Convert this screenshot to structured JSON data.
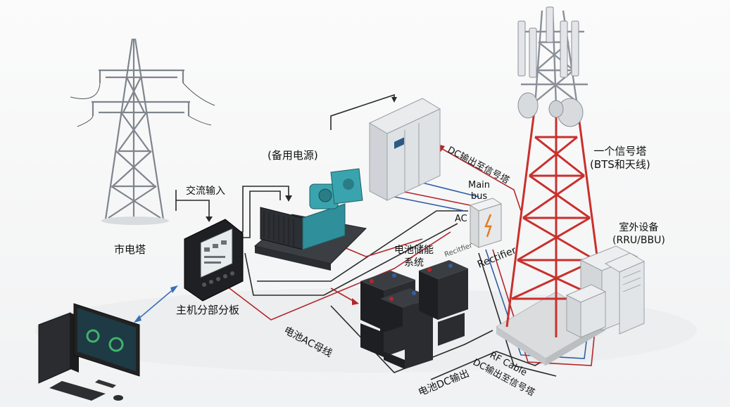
{
  "labels": {
    "city_tower": "市电塔",
    "ac_input": "交流输入",
    "backup_power": "(备用电源)",
    "main_board": "主机分部分板",
    "battery_storage_1": "电池储能",
    "battery_storage_2": "系统",
    "battery_ac_bus": "电池AC母线",
    "battery_dc_out": "电池DC输出",
    "rf_cable": "RF Cable",
    "dc_to_tower_bottom": "DC输出至信号塔",
    "dc_to_tower_top": "DC输出至信号塔",
    "main_bus_1": "Main",
    "main_bus_2": "bus",
    "ac": "AC",
    "rectifier": "Rectifier",
    "rectifier_small": "Recitfier",
    "signal_tower_1": "一个信号塔",
    "signal_tower_2": "(BTS和天线)",
    "outdoor_equipment_1": "室外设备",
    "outdoor_equipment_2": "(RRU/BBU)"
  },
  "colors": {
    "wire_dark": "#2a2a2a",
    "wire_red": "#b3262b",
    "wire_blue": "#2f5fa8",
    "tower_red": "#c9302c",
    "steel": "#8a9099",
    "generator_teal": "#2f8f9a"
  }
}
